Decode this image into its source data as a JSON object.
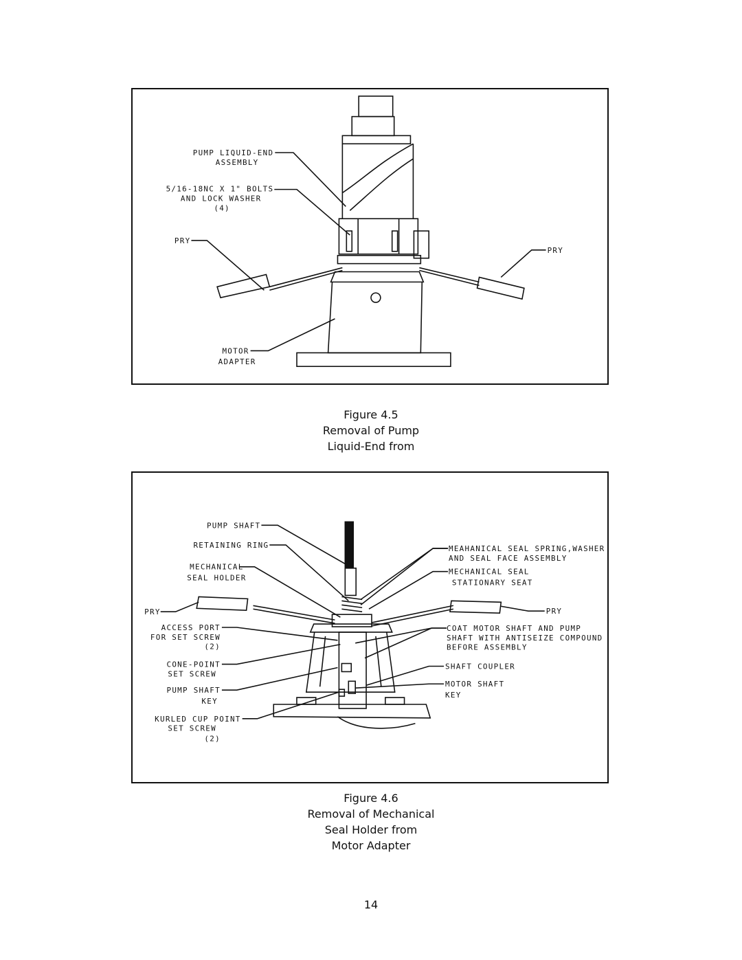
{
  "figure1": {
    "labels": {
      "liquid_end_1": "PUMP LIQUID-END",
      "liquid_end_2": "ASSEMBLY",
      "bolts_1": "5/16-18NC X 1\" BOLTS",
      "bolts_2": "AND LOCK WASHER",
      "bolts_3": "(4)",
      "pry_left": "PRY",
      "pry_right": "PRY",
      "motor_adapter_1": "MOTOR",
      "motor_adapter_2": "ADAPTER"
    },
    "caption": [
      "Figure 4.5",
      "Removal of Pump",
      "Liquid-End from"
    ]
  },
  "figure2": {
    "labels": {
      "pump_shaft": "PUMP SHAFT",
      "retaining_ring": "RETAINING RING",
      "mech_seal_holder_1": "MECHANICAL",
      "mech_seal_holder_2": "SEAL HOLDER",
      "pry_left": "PRY",
      "access_port_1": "ACCESS PORT",
      "access_port_2": "FOR SET SCREW",
      "access_port_3": "(2)",
      "cone_point_1": "CONE-POINT",
      "cone_point_2": "SET SCREW",
      "pump_shaft_key_1": "PUMP SHAFT",
      "pump_shaft_key_2": "KEY",
      "knurled_1": "KURLED CUP POINT",
      "knurled_2": "SET SCREW",
      "knurled_3": "(2)",
      "seal_spring_1": "MEAHANICAL SEAL SPRING,WASHER",
      "seal_spring_2": "AND SEAL FACE ASSEMBLY",
      "stationary_seat_1": "MECHANICAL SEAL",
      "stationary_seat_2": "STATIONARY SEAT",
      "pry_right": "PRY",
      "coat_1": "COAT MOTOR SHAFT AND PUMP",
      "coat_2": "SHAFT WITH ANTISEIZE COMPOUND",
      "coat_3": "BEFORE ASSEMBLY",
      "shaft_coupler": "SHAFT COUPLER",
      "motor_shaft_key_1": "MOTOR SHAFT",
      "motor_shaft_key_2": "KEY"
    },
    "caption": [
      "Figure 4.6",
      "Removal of Mechanical",
      "Seal Holder from",
      "Motor Adapter"
    ]
  },
  "page_number": "14"
}
